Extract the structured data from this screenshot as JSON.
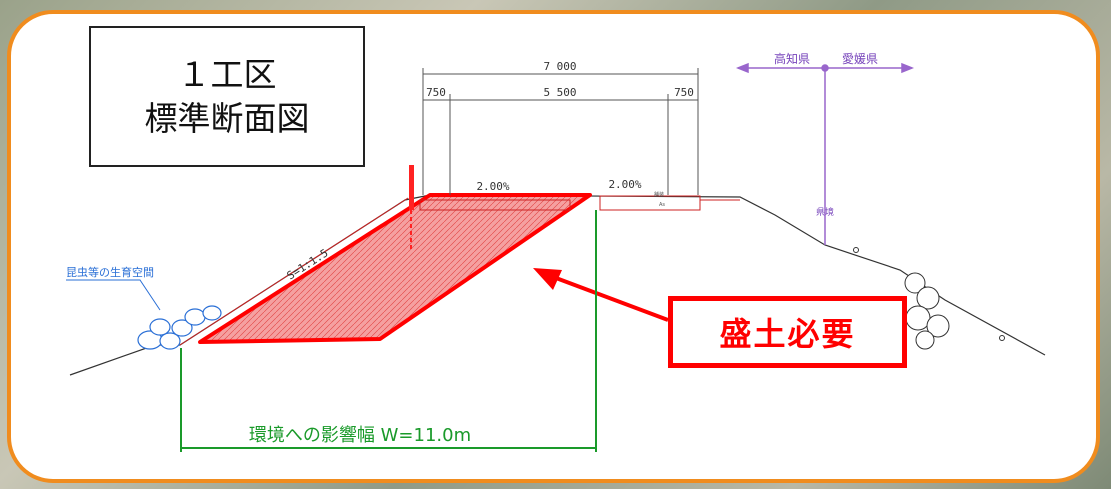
{
  "title": {
    "line1": "１工区",
    "line2": "標準断面図"
  },
  "dimensions": {
    "overall": "7 000",
    "left_shoulder": "750",
    "carriageway": "5 500",
    "right_shoulder": "750"
  },
  "slopes": {
    "left": "2.00%",
    "right": "2.00%"
  },
  "side_slope": "S=1:1.5",
  "habitat_label": "昆虫等の生育空間",
  "prefecture": {
    "left": "高知県",
    "right": "愛媛県",
    "boundary": "県境"
  },
  "pavement_labels": {
    "top": "舗装",
    "bottom": "As"
  },
  "callout": "盛土必要",
  "impact_width": "環境への影響幅 W=11.0m",
  "colors": {
    "frame": "#f08c1e",
    "fill": "#ff0000",
    "dimension": "#555555",
    "boundary": "#9966cc",
    "habitat": "#2a6fd6",
    "impact": "#1a9a2a"
  }
}
